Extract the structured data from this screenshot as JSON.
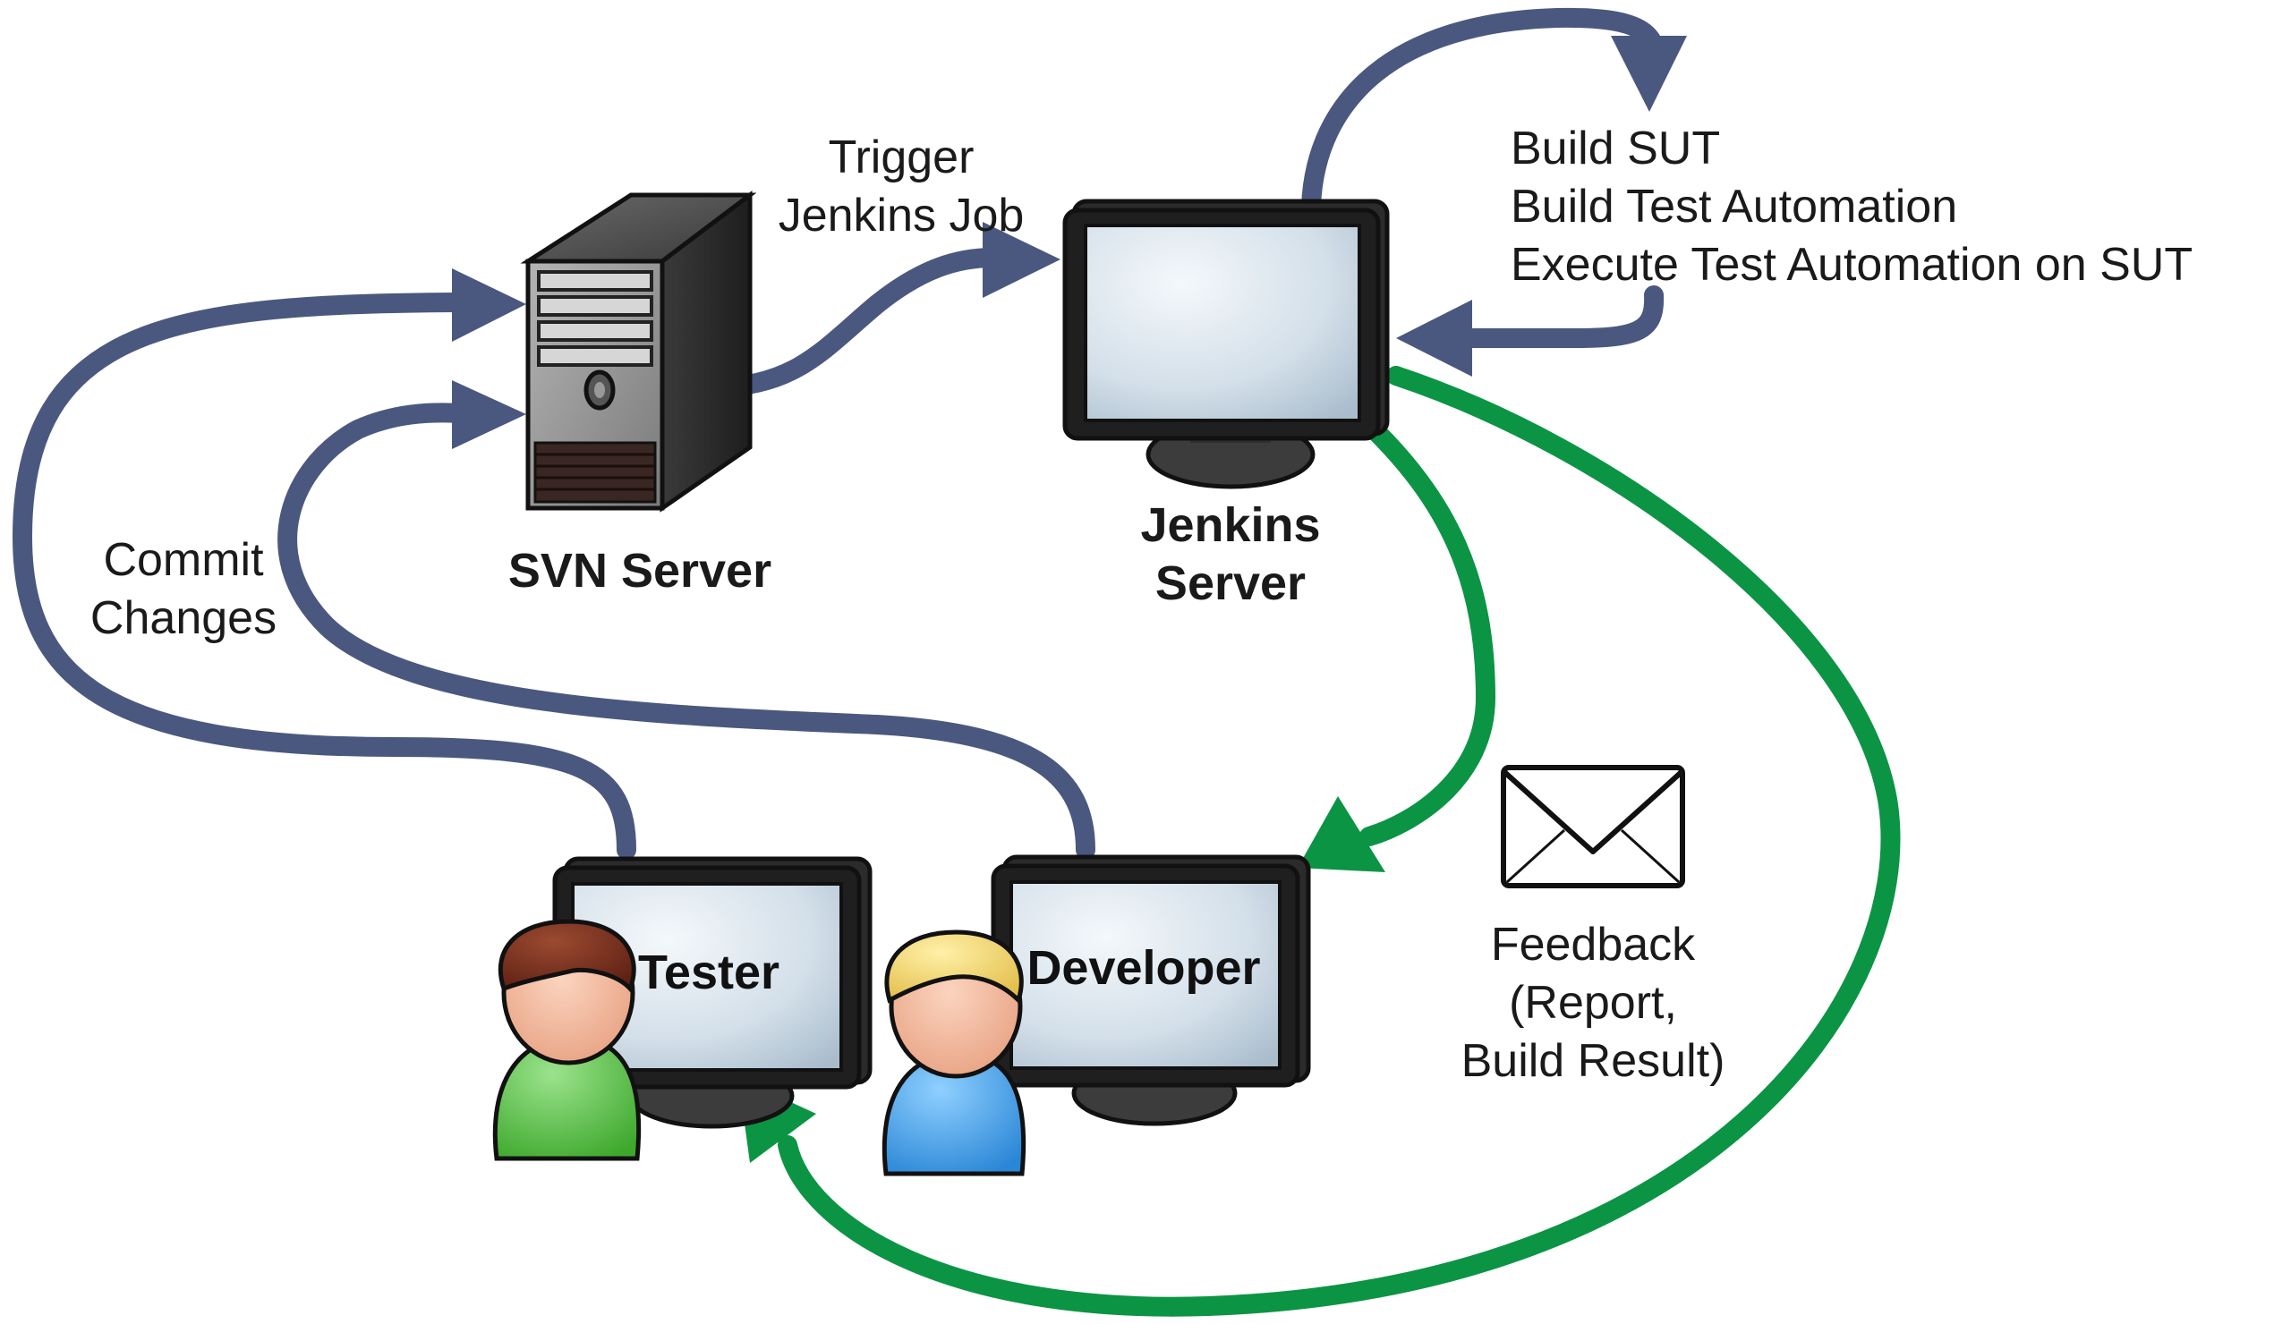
{
  "nodes": {
    "svn_server": {
      "label": "SVN Server"
    },
    "jenkins_server": {
      "label_line1": "Jenkins",
      "label_line2": "Server"
    },
    "tester": {
      "label": "Tester"
    },
    "developer": {
      "label": "Developer"
    }
  },
  "edges": {
    "trigger": {
      "line1": "Trigger",
      "line2": "Jenkins Job"
    },
    "build_steps": {
      "line1": "Build SUT",
      "line2": "Build Test Automation",
      "line3": "Execute Test Automation on SUT"
    },
    "commit": {
      "line1": "Commit",
      "line2": "Changes"
    },
    "feedback": {
      "line1": "Feedback",
      "line2": "(Report,",
      "line3": "Build Result)"
    }
  },
  "icons": {
    "server": "tower-server-icon",
    "monitor": "monitor-icon",
    "envelope": "envelope-icon",
    "person_tester": "person-icon",
    "person_developer": "person-icon"
  },
  "colors": {
    "commit_arrow": "#4a5880",
    "feedback_arrow": "#0b9444",
    "tester_body": "#5cc04a",
    "developer_body": "#3d9be0",
    "tester_hair": "#7a2e1e",
    "developer_hair": "#f0d070",
    "skin": "#f2b89a",
    "screen": "#d7e2ec"
  }
}
